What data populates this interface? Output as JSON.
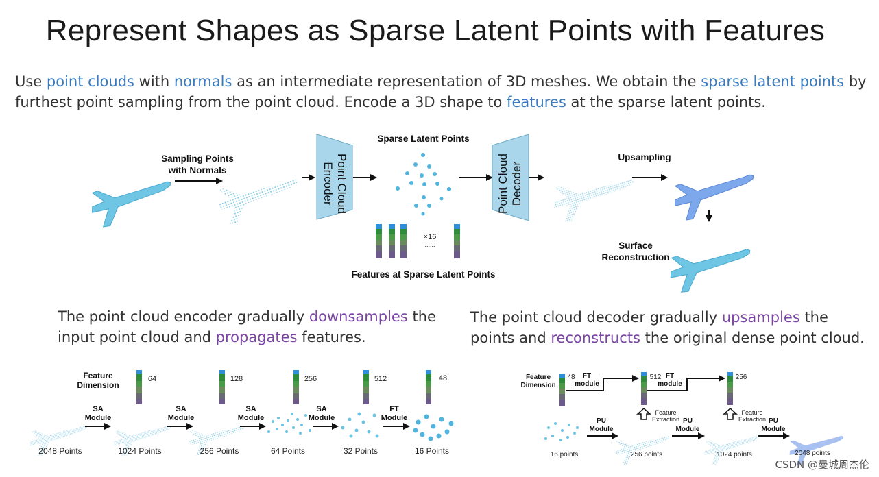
{
  "title": "Represent Shapes as Sparse Latent Points with Features",
  "intro": {
    "p1": "Use ",
    "k1": "point clouds",
    "p2": " with ",
    "k2": "normals",
    "p3": " as an intermediate representation of 3D meshes. We obtain the ",
    "k3": "sparse latent points",
    "p4": " by furthest point sampling from the point cloud. Encode a 3D shape to ",
    "k4": "features",
    "p5": " at the sparse latent points."
  },
  "top_diagram": {
    "sampling_label": "Sampling Points\nwith Normals",
    "encoder_label": "Point Cloud\nEncoder",
    "sparse_label": "Sparse Latent Points",
    "decoder_label": "Point Cloud\nDecoder",
    "upsampling_label": "Upsampling",
    "surface_label": "Surface\nReconstruction",
    "features_label": "Features at Sparse Latent Points",
    "multiplier": "×16",
    "dots": "......"
  },
  "encoder_caption": {
    "p1": "The point cloud encoder gradually ",
    "k1": "downsamples",
    "p2": " the input point cloud and ",
    "k2": "propagates",
    "p3": " features."
  },
  "decoder_caption": {
    "p1": "The point cloud decoder gradually ",
    "k1": "upsamples",
    "p2": " the points and ",
    "k2": "reconstructs",
    "p3": " the original dense point cloud."
  },
  "encoder_diagram": {
    "feature_dimension": "Feature\nDimension",
    "dims": [
      "64",
      "128",
      "256",
      "512",
      "48"
    ],
    "modules": [
      "SA\nModule",
      "SA\nModule",
      "SA\nModule",
      "SA\nModule",
      "FT\nModule"
    ],
    "points": [
      "2048 Points",
      "1024 Points",
      "256 Points",
      "64 Points",
      "32 Points",
      "16 Points"
    ]
  },
  "decoder_diagram": {
    "feature_dimension": "Feature\nDimension",
    "dims": [
      "48",
      "512",
      "256"
    ],
    "ft_modules": [
      "FT\nmodule",
      "FT\nmodule"
    ],
    "feature_extraction": "Feature\nExtraction",
    "pu_modules": [
      "PU\nModule",
      "PU\nModule",
      "PU\nModule"
    ],
    "points": [
      "16 points",
      "256 points",
      "1024 points",
      "2048 points"
    ]
  },
  "watermark": "CSDN @曼城周杰伦",
  "colors": {
    "keyword_blue": "#3a7bbf",
    "keyword_purple": "#7a45a3",
    "block_fill": "#a9d6ea",
    "plane": "#5fb8d8"
  }
}
